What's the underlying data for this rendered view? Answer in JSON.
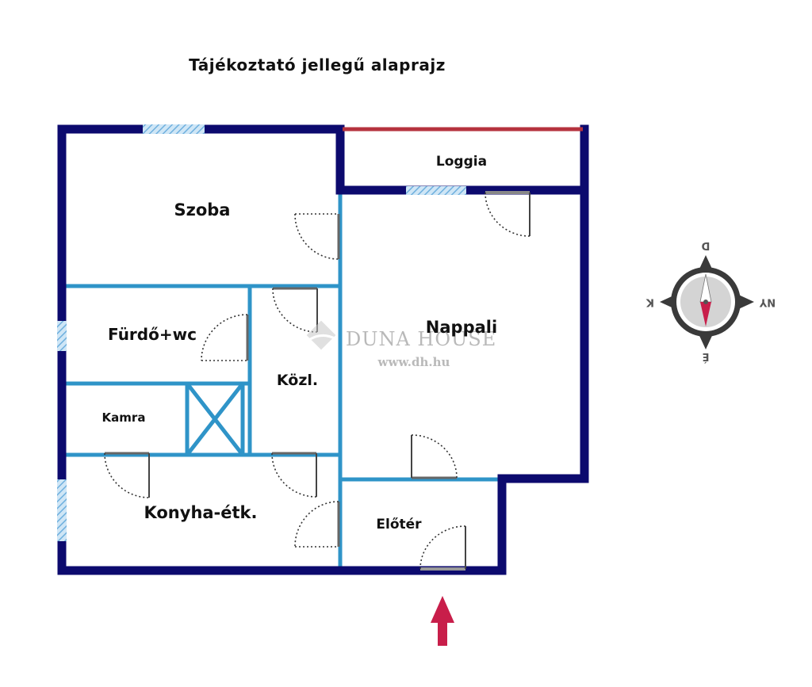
{
  "title": "Tájékoztató jellegű alaprajz",
  "rooms": {
    "szoba": "Szoba",
    "loggia": "Loggia",
    "nappali": "Nappali",
    "furdo": "Fürdő+wc",
    "kozl": "Közl.",
    "kamra": "Kamra",
    "konyha": "Konyha-étk.",
    "eloter": "Előtér"
  },
  "watermark": {
    "brand": "DUNA HOUSE",
    "url": "www.dh.hu"
  },
  "compass": {
    "north": "É",
    "south": "D",
    "east": "K",
    "west": "NY"
  },
  "colors": {
    "outer_wall": "#0c0a6e",
    "inner_wall": "#2f94c8",
    "loggia_rail": "#b5323e",
    "window": "#8cc4e8",
    "entrance_arrow": "#c81e4a"
  }
}
